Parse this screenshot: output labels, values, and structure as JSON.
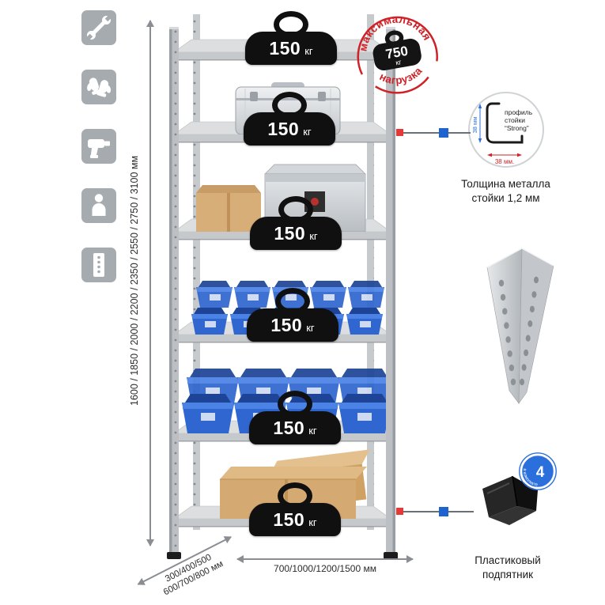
{
  "feature_icons": [
    {
      "name": "wrench-icon"
    },
    {
      "name": "gloves-icon"
    },
    {
      "name": "drill-icon"
    },
    {
      "name": "person-icon"
    },
    {
      "name": "rack-post-icon"
    }
  ],
  "rack": {
    "shelves": [
      {
        "load_value": "150",
        "load_unit": "кг"
      },
      {
        "load_value": "150",
        "load_unit": "кг"
      },
      {
        "load_value": "150",
        "load_unit": "кг"
      },
      {
        "load_value": "150",
        "load_unit": "кг"
      },
      {
        "load_value": "150",
        "load_unit": "кг"
      },
      {
        "load_value": "150",
        "load_unit": "кг"
      }
    ]
  },
  "max_load_stamp": {
    "arc_top": "максимальная",
    "arc_bottom": "нагрузка",
    "value": "750",
    "unit": "кг"
  },
  "dimensions": {
    "height_label": "1600 / 1850 / 2000 / 2200 / 2350 / 2550 / 2750 / 3100 мм",
    "depth_line1": "300/400/500",
    "depth_line2": "600/700/800 мм",
    "width_label": "700/1000/1200/1500 мм"
  },
  "profile_detail": {
    "label_line1": "профиль",
    "label_line2": "стойки",
    "label_line3": "“Strong”",
    "dim_vertical": "38 мм",
    "dim_horizontal": "38 мм.",
    "caption_line1": "Толщина металла",
    "caption_line2": "стойки 1,2 мм"
  },
  "foot_detail": {
    "badge_value": "4",
    "badge_text": "в комплекте",
    "caption_line1": "Пластиковый",
    "caption_line2": "подпятник"
  },
  "colors": {
    "stamp_red": "#cf2127",
    "marker_red": "#e53935",
    "marker_blue": "#1e63d0",
    "bin_blue": "#2f66cf",
    "metal_gray": "#c6c9cc",
    "icon_tile_gray": "#a6abb0"
  }
}
